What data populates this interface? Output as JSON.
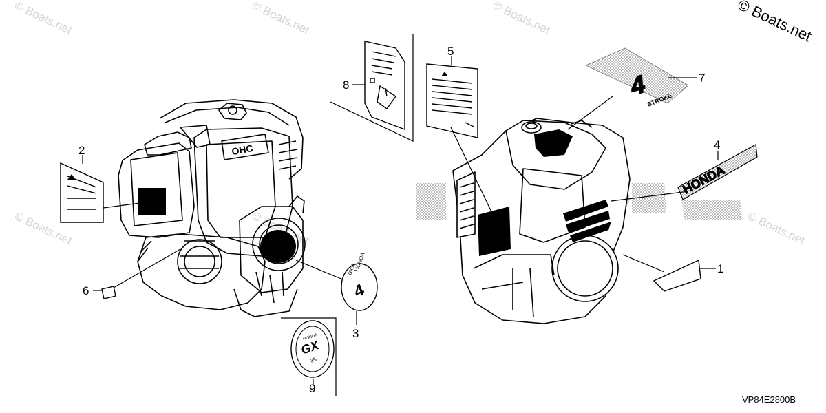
{
  "watermark": "© Boats.net",
  "copyright": "© Boats.net",
  "diagram_code": "VP84E2800B",
  "callouts": [
    "1",
    "2",
    "3",
    "4",
    "5",
    "6",
    "7",
    "8",
    "9"
  ],
  "decal_texts": {
    "ohc": "OHC",
    "honda": "HONDA",
    "stroke": "STROKE",
    "four": "4",
    "gx_model": "GX",
    "gx_brand": "HONDA",
    "gx_size": "35",
    "cup_brand": "HONDA",
    "cup_model": "GX35"
  },
  "colors": {
    "line": "#000000",
    "watermark": "#d4d4d4",
    "halftone": "#9a9a9a",
    "background": "#ffffff"
  }
}
